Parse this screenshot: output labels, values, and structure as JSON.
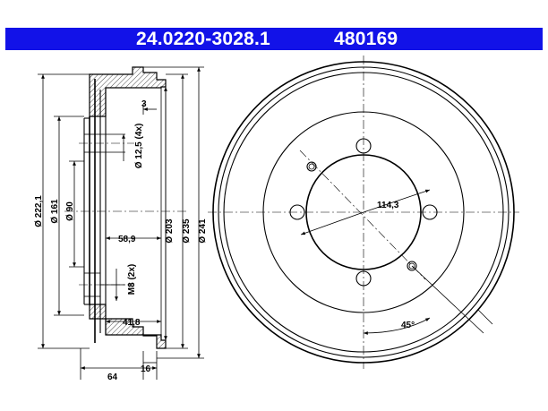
{
  "header": {
    "part_number": "24.0220-3028.1",
    "reference_number": "480169",
    "background_color": "#1212e8",
    "text_color": "#ffffff"
  },
  "section_view": {
    "dim_outer_flange_dia": "Ø 222,1",
    "dim_center_bore_dia": "Ø 161",
    "dim_hub_dia": "Ø 90",
    "dim_bolt_hole_dia": "Ø 12,5 (4x)",
    "dim_thread": "M8 (2x)",
    "dim_flange_step": "3",
    "dim_inner_depth": "58,9",
    "dim_inner_depth_2": "41,8",
    "dim_total_height": "64",
    "dim_rim_width": "16",
    "dim_braking_dia": "Ø 203",
    "dim_drum_dia": "Ø 235",
    "dim_outer_dia": "Ø 241"
  },
  "front_view": {
    "dim_pcd": "114,3",
    "dim_angle": "45°"
  }
}
